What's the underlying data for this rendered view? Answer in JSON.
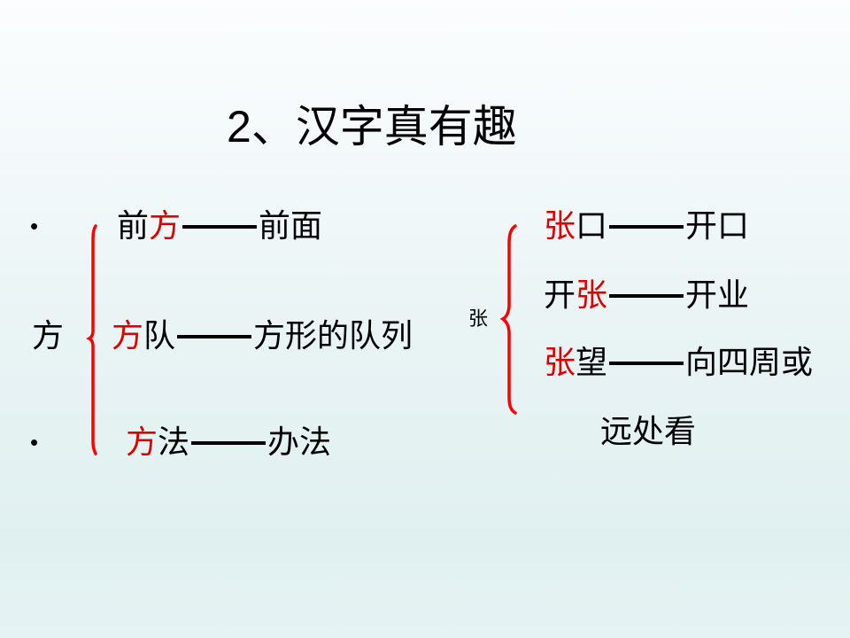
{
  "slide": {
    "title_number": "2",
    "title_sep": "、",
    "title_text": "汉字真有趣",
    "bullets": [
      "•",
      "•"
    ],
    "colors": {
      "highlight": "#e00000",
      "text": "#000000",
      "bracket": "#ff0000",
      "background_top": "#fbfdfe",
      "background_bottom": "#e0f0f0"
    }
  },
  "fang_group": {
    "root_char": "方",
    "items": [
      {
        "pre": "前",
        "hl": "方",
        "post": "",
        "meaning": "前面"
      },
      {
        "pre": "",
        "hl": "方",
        "post": "队",
        "meaning": "方形的队列"
      },
      {
        "pre": "",
        "hl": "方",
        "post": "法",
        "meaning": "办法"
      }
    ]
  },
  "zhang_group": {
    "root_char": "张",
    "items": [
      {
        "pre": "",
        "hl": "张",
        "post": "口",
        "meaning": "开口"
      },
      {
        "pre": "开",
        "hl": "张",
        "post": "",
        "meaning": "开业"
      },
      {
        "pre": "",
        "hl": "张",
        "post": "望",
        "meaning": "向四周或",
        "meaning_cont": "远处看"
      }
    ]
  }
}
